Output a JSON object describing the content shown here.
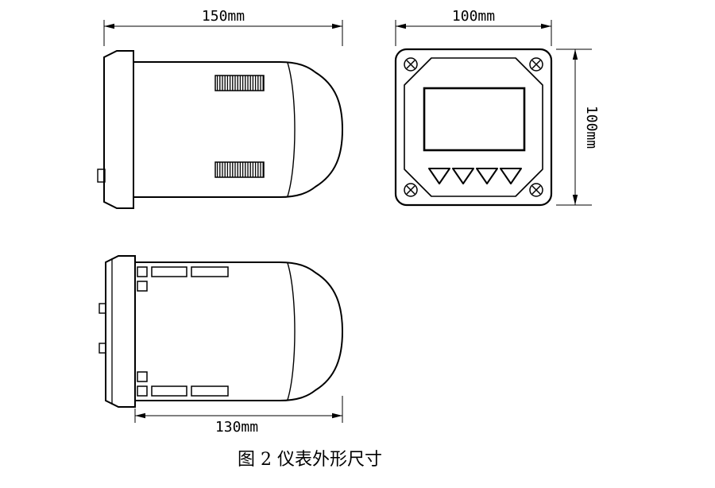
{
  "figure": {
    "caption": "图 2 仪表外形尺寸"
  },
  "views": {
    "side": {
      "dim_width": "150mm"
    },
    "front": {
      "dim_width": "100mm",
      "dim_height": "100mm"
    },
    "bottom": {
      "dim_depth": "130mm"
    }
  }
}
